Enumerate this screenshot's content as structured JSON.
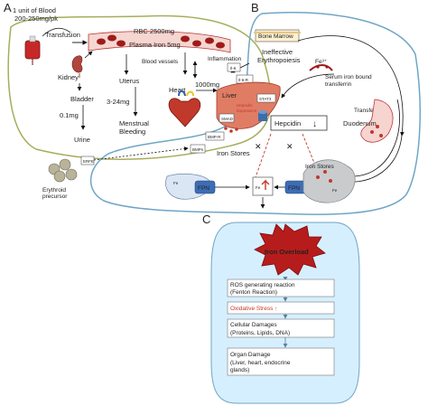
{
  "panels": {
    "a": "A",
    "b": "B",
    "c": "C"
  },
  "panel_a": {
    "intake_line1": "1 unit of Blood",
    "intake_line2": "200-250mg/pk",
    "transfusion": "Transfusion",
    "rbc": "RBC 2500mg",
    "plasma_iron": "Plasma Iron 5mg",
    "blood_vessels": "Blood vessels",
    "kidney": "Kidney",
    "bladder": "Bladder",
    "bladder_amount": "0.1mg",
    "urine": "Urine",
    "uterus": "Uterus",
    "uterus_amount": "3-24mg",
    "menstrual_line1": "Menstrual",
    "menstrual_line2": "Bleeding",
    "heart": "Heart",
    "liver_flow": "1000mg"
  },
  "panel_b": {
    "bone_marrow": "Bone Marrow",
    "ineffective_line1": "Ineffective",
    "ineffective_line2": "Erythropoiesis",
    "fe3": "Fe³⁺",
    "serum_line1": "Serum iron bound",
    "serum_line2": "transferrin",
    "transferrin": "Transferrin",
    "duodenum": "Duodenum",
    "inflammation": "Inflammation",
    "il6": "Il-6",
    "il6r": "Il-6-R",
    "stat3": "STAT3",
    "liver": "Liver",
    "hepcidin_expr_line1": "Hepcidin",
    "hepcidin_expr_line2": "Expression",
    "smad": "SMAD",
    "bmpr": "BMP-R",
    "bmps": "BMPs",
    "erfe": "ERFE",
    "hepcidin": "Hepcidin",
    "iron_stores_liver": "Iron Stores",
    "iron_stores_macro": "Iron Stores",
    "erythroid_line1": "Erythroid",
    "erythroid_line2": "precursor",
    "fpn_left": "FPN",
    "fpn_right": "FPN",
    "fe_left": "Fe",
    "fe_mid": "Fe",
    "fe_right": "Fe"
  },
  "panel_c": {
    "iron_overload": "Iron Overload",
    "ros_line1": "ROS generating reaction",
    "ros_line2": "(Fenton Reaction)",
    "oxidative": "Oxidative Stress ↑",
    "cell_line1": "Cellular Damages",
    "cell_line2": "(Proteins, Lipids, DNA)",
    "organ_line1": "Organ Damage",
    "organ_line2": "(Liver, heart, endocrine",
    "organ_line3": "glands)"
  },
  "colors": {
    "panel_a_border": "#a7ad5c",
    "panel_b_border": "#6fa6c6",
    "panel_c_fill": "#d6efff",
    "burst": "#b71c1c",
    "liver": "#e07c64",
    "blood_cell": "#9e1b1b"
  },
  "icons": [
    "blood-bag-icon",
    "kidney-icon",
    "heart-icon",
    "liver-icon",
    "duodenum-icon",
    "bone-icon",
    "macrophage-icon",
    "erythroid-cell-icon"
  ]
}
